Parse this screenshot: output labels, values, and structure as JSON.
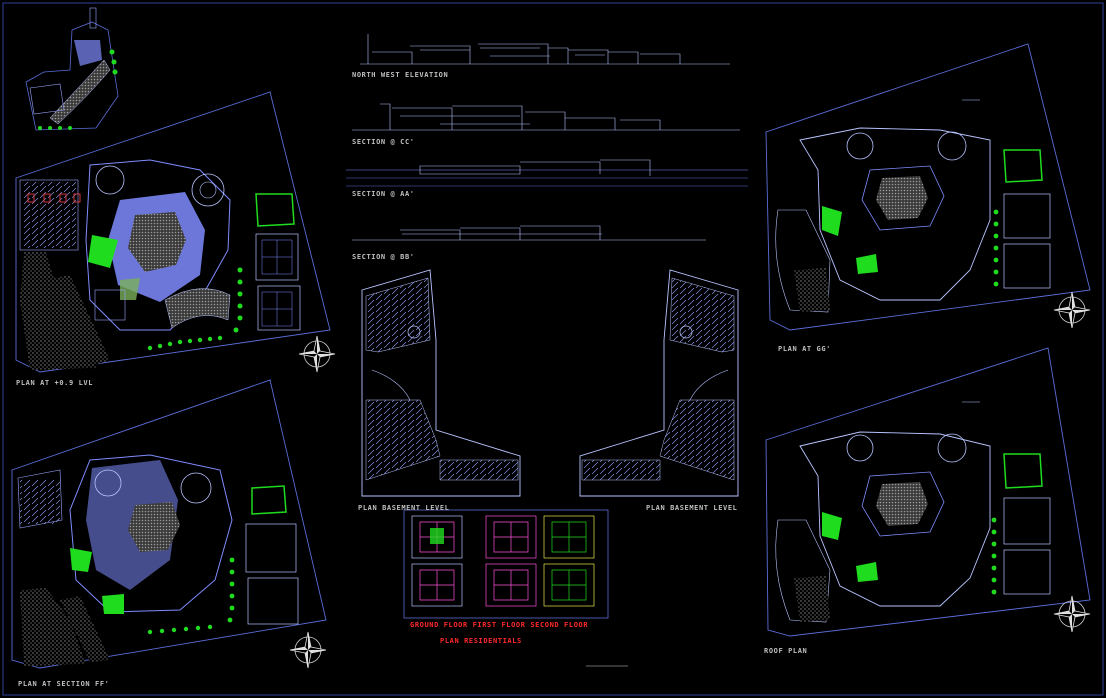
{
  "drawing": {
    "labels": {
      "north_west_elevation": "NORTH WEST ELEVATION",
      "section_cc": "SECTION @ CC'",
      "section_aa": "SECTION @ AA'",
      "section_bb": "SECTION @ BB'",
      "plan_plus_09": "PLAN AT +0.9 LVL",
      "plan_section_ff": "PLAN AT SECTION FF'",
      "plan_basement_left": "PLAN BASEMENT LEVEL",
      "plan_basement_right": "PLAN BASEMENT LEVEL",
      "plan_gg": "PLAN AT GG'",
      "roof_plan": "ROOF PLAN",
      "floors_caption": "GROUND FLOOR    FIRST FLOOR   SECOND FLOOR",
      "plan_residentials": "PLAN RESIDENTIALS"
    },
    "colors": {
      "background": "#000000",
      "plan_blue": "#7f8cff",
      "plan_light": "#b8c4ff",
      "hatch_grey": "#8a8a8a",
      "boundary_blue": "#5a6dd8",
      "tree_green": "#1fdc1f",
      "text_grey": "#bfbfbf",
      "text_red": "#ff2a2a",
      "magenta": "#ff4fd8",
      "yellow": "#e8e84a"
    },
    "icons": [
      "north-arrow-icon"
    ]
  }
}
